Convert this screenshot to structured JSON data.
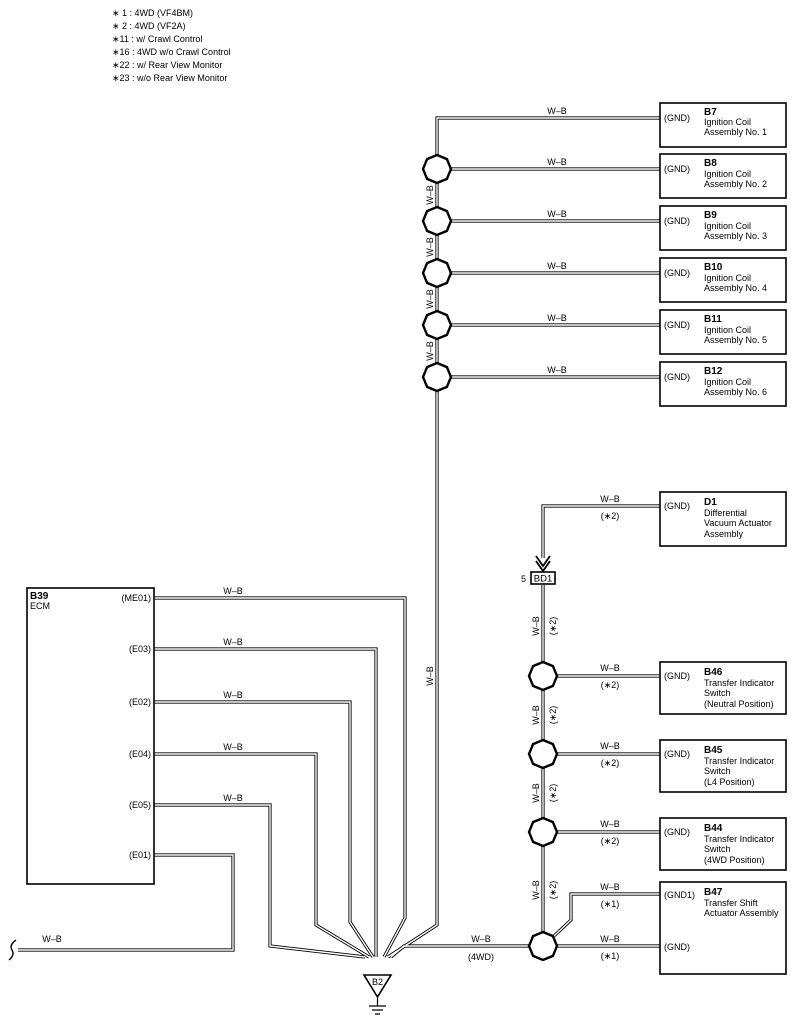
{
  "legend": [
    "∗ 1 : 4WD (VF4BM)",
    "∗ 2 : 4WD (VF2A)",
    "∗11 : w/ Crawl Control",
    "∗16 : 4WD w/o Crawl Control",
    "∗22 : w/ Rear View Monitor",
    "∗23 : w/o Rear View Monitor"
  ],
  "wire_color": "W–B",
  "ignition_coils": [
    {
      "code": "B7",
      "pin": "(GND)",
      "name_line1": "Ignition Coil",
      "name_line2": "Assembly No.  1"
    },
    {
      "code": "B8",
      "pin": "(GND)",
      "name_line1": "Ignition Coil",
      "name_line2": "Assembly No.  2"
    },
    {
      "code": "B9",
      "pin": "(GND)",
      "name_line1": "Ignition Coil",
      "name_line2": "Assembly No.  3"
    },
    {
      "code": "B10",
      "pin": "(GND)",
      "name_line1": "Ignition Coil",
      "name_line2": "Assembly No.  4"
    },
    {
      "code": "B11",
      "pin": "(GND)",
      "name_line1": "Ignition Coil",
      "name_line2": "Assembly No.  5"
    },
    {
      "code": "B12",
      "pin": "(GND)",
      "name_line1": "Ignition Coil",
      "name_line2": "Assembly No.  6"
    }
  ],
  "diff_actuator": {
    "code": "D1",
    "pin": "(GND)",
    "lines": [
      "Differential",
      "Vacuum Actuator",
      "Assembly"
    ],
    "note": "(∗2)"
  },
  "connector": {
    "pin_no": "5",
    "code": "BD1"
  },
  "transfer_switches": [
    {
      "code": "B46",
      "pin": "(GND)",
      "lines": [
        "Transfer Indicator",
        "Switch",
        "(Neutral Position)"
      ],
      "note": "(∗2)"
    },
    {
      "code": "B45",
      "pin": "(GND)",
      "lines": [
        "Transfer Indicator",
        "Switch",
        "(L4 Position)"
      ],
      "note": "(∗2)"
    },
    {
      "code": "B44",
      "pin": "(GND)",
      "lines": [
        "Transfer Indicator",
        "Switch",
        "(4WD Position)"
      ],
      "note": "(∗2)"
    }
  ],
  "transfer_actuator": {
    "code": "B47",
    "lines": [
      "Transfer Shift",
      "Actuator Assembly"
    ],
    "pins": [
      "(GND1)",
      "(GND)"
    ],
    "note": "(∗1)"
  },
  "vertical_note": "(∗2)",
  "ecm": {
    "code": "B39",
    "name": "ECM",
    "pins": [
      "(ME01)",
      "(E03)",
      "(E02)",
      "(E04)",
      "(E05)",
      "(E01)"
    ]
  },
  "bottom_note": "(4WD)",
  "ground": {
    "code": "B2"
  }
}
